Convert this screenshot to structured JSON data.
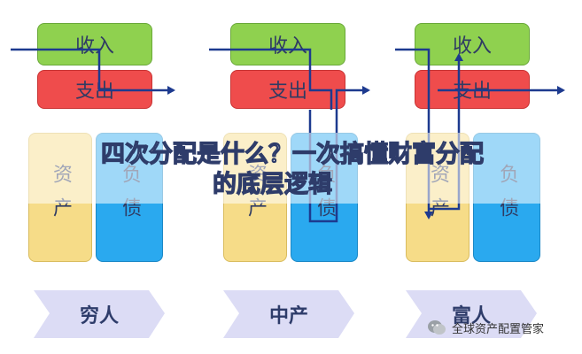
{
  "headline": {
    "line1": "四次分配是什么？一次搞懂财富分配",
    "line2": "的底层逻辑"
  },
  "columns": [
    {
      "income": "收入",
      "expense": "支出",
      "asset": "资产",
      "debt": "负债",
      "class": "穷人"
    },
    {
      "income": "收入",
      "expense": "支出",
      "asset": "资产",
      "debt": "负债",
      "class": "中产"
    },
    {
      "income": "收入",
      "expense": "支出",
      "asset": "资产",
      "debt": "负债",
      "class": "富人"
    }
  ],
  "watermark": {
    "icon": "wechat-icon",
    "text": "全球资产配置管家"
  },
  "colors": {
    "income": "#8fd14f",
    "expense": "#ef4c4c",
    "asset": "#f6dc88",
    "debt": "#2aa9ef",
    "arrow": "#1d3a8f",
    "label_bg": "#dcdcf5"
  }
}
